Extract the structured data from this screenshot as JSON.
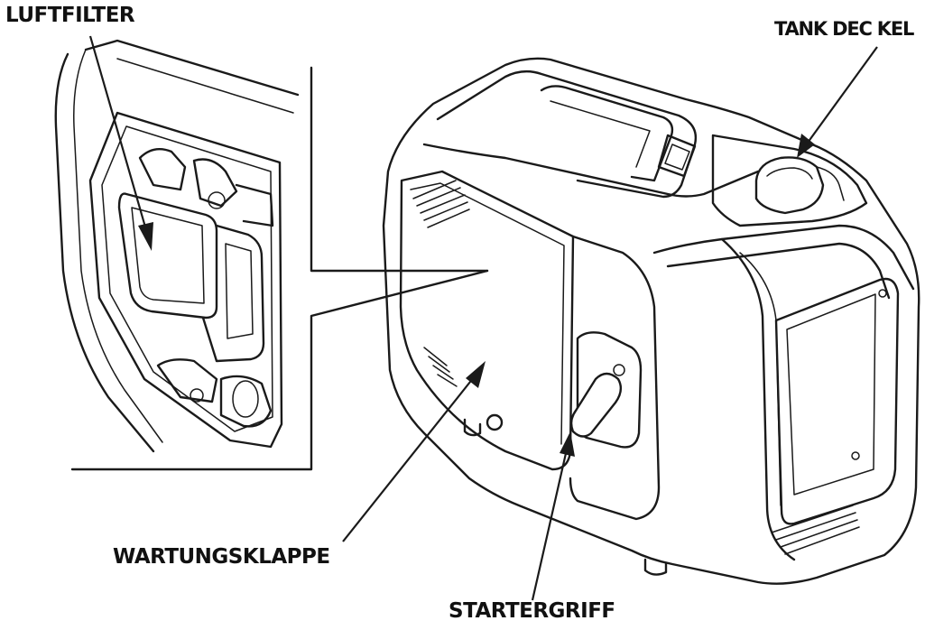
{
  "labels": {
    "air_filter": "LUFTFILTER",
    "fuel_cap": "TANK DEC KEL",
    "maintenance_cover": "WARTUNGSKLAPPE",
    "recoil_starter_grip": "STARTERGRIFF"
  },
  "colors": {
    "line": "#1a1a1a",
    "background": "#ffffff"
  }
}
